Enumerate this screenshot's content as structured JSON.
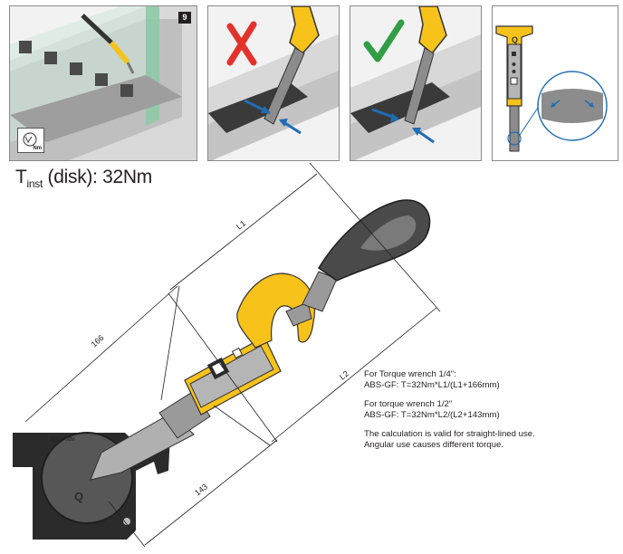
{
  "panels": {
    "step_number": "9",
    "torque_icon_label": "Nm",
    "wrong_mark_color": "#e4322b",
    "right_mark_color": "#2f9e44",
    "arrow_color": "#1f6db5",
    "accent_yellow": "#f7c31b"
  },
  "title": {
    "main": "T",
    "subscript": "inst",
    "rest": " (disk): 32Nm"
  },
  "dimensions": {
    "l1": "L1",
    "l2": "L2",
    "d166": "166",
    "d143": "143"
  },
  "housing_label": "glass side",
  "notes": {
    "quarter_heading": "For Torque wrench 1/4\":",
    "quarter_formula": "ABS-GF: T=32Nm*L1/(L1+166mm)",
    "half_heading": "For torque wrench 1/2\"",
    "half_formula": "ABS-GF:  T=32Nm*L2/(L2+143mm)",
    "validity_line1": "The calculation is valid for straight-lined use.",
    "validity_line2": "Angular use causes different torque."
  }
}
